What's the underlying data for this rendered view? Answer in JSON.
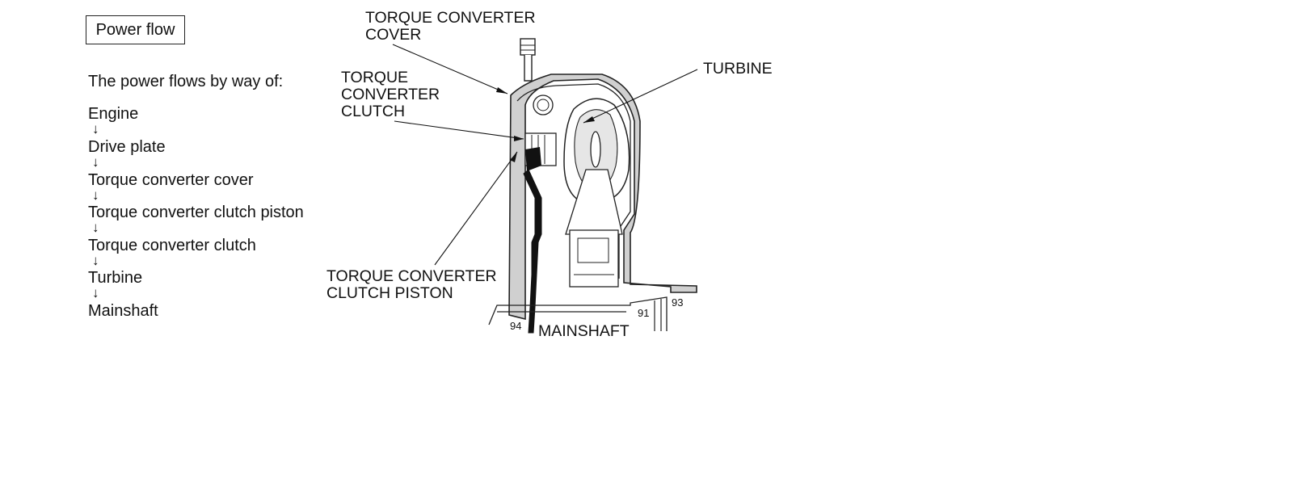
{
  "title": "Power flow",
  "intro": "The power flows by way of:",
  "arrow_glyph": "↓",
  "steps": [
    "Engine",
    "Drive plate",
    "Torque converter cover",
    "Torque converter clutch piston",
    "Torque converter clutch",
    "Turbine",
    "Mainshaft"
  ],
  "diagram": {
    "labels": {
      "cover": "TORQUE CONVERTER\nCOVER",
      "clutch": "TORQUE\nCONVERTER\nCLUTCH",
      "turbine": "TURBINE",
      "piston": "TORQUE CONVERTER\nCLUTCH PISTON",
      "mainshaft": "MAINSHAFT"
    },
    "refs": {
      "r91": "91",
      "r93": "93",
      "r94": "94"
    }
  }
}
